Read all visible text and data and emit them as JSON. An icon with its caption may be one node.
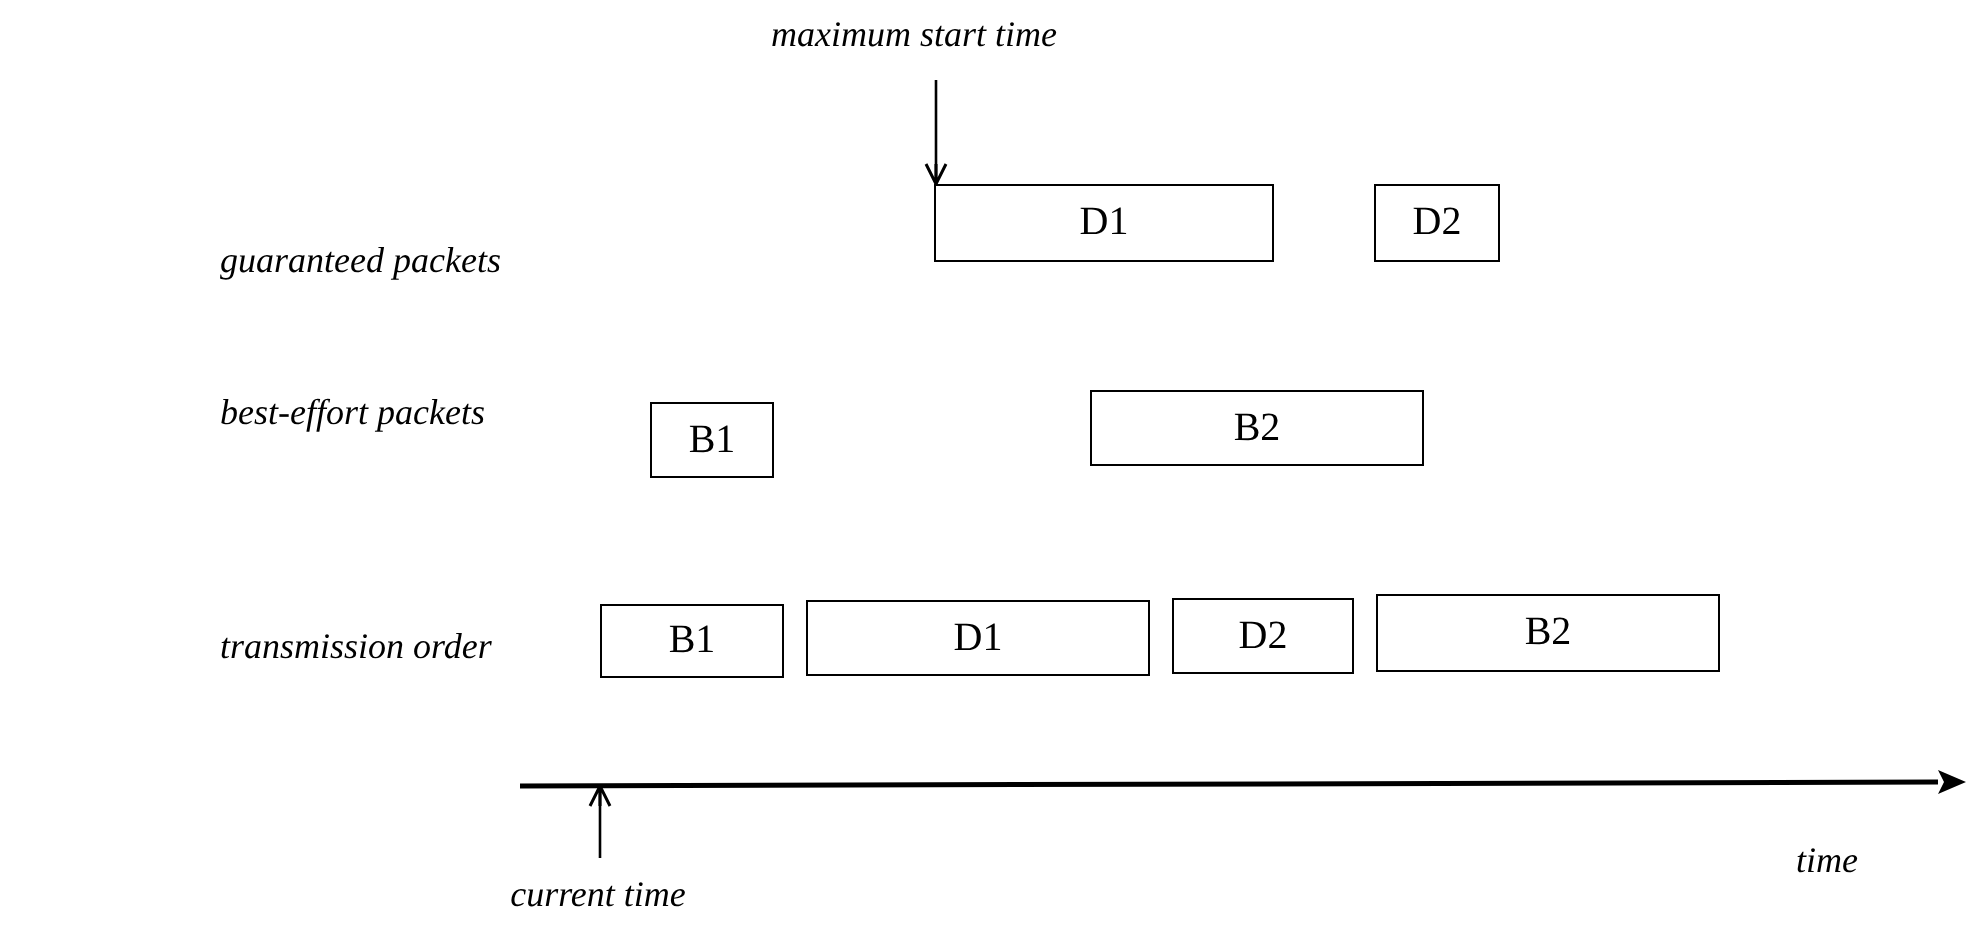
{
  "diagram": {
    "nodes": [
      {
        "text": [
          "maximum start time"
        ]
      },
      {
        "text": [
          "D1"
        ]
      },
      {
        "text": [
          "D2"
        ]
      },
      {
        "text": [
          "B1"
        ]
      },
      {
        "text": [
          "B2"
        ]
      },
      {
        "text": [
          "B1"
        ]
      },
      {
        "text": [
          "D1"
        ]
      },
      {
        "text": [
          "D2"
        ]
      },
      {
        "text": [
          "B2"
        ]
      },
      {
        "text": [
          "current time"
        ]
      },
      {
        "text": [],
        "shape": "line"
      }
    ],
    "edges": [
      {
        "from": 0,
        "to": 1,
        "arrow": "to"
      },
      {
        "from": 9,
        "to": 10,
        "arrow": "to"
      }
    ],
    "labels": [
      "guaranteed packets",
      "best-effort packets",
      "transmission order",
      "time"
    ]
  }
}
